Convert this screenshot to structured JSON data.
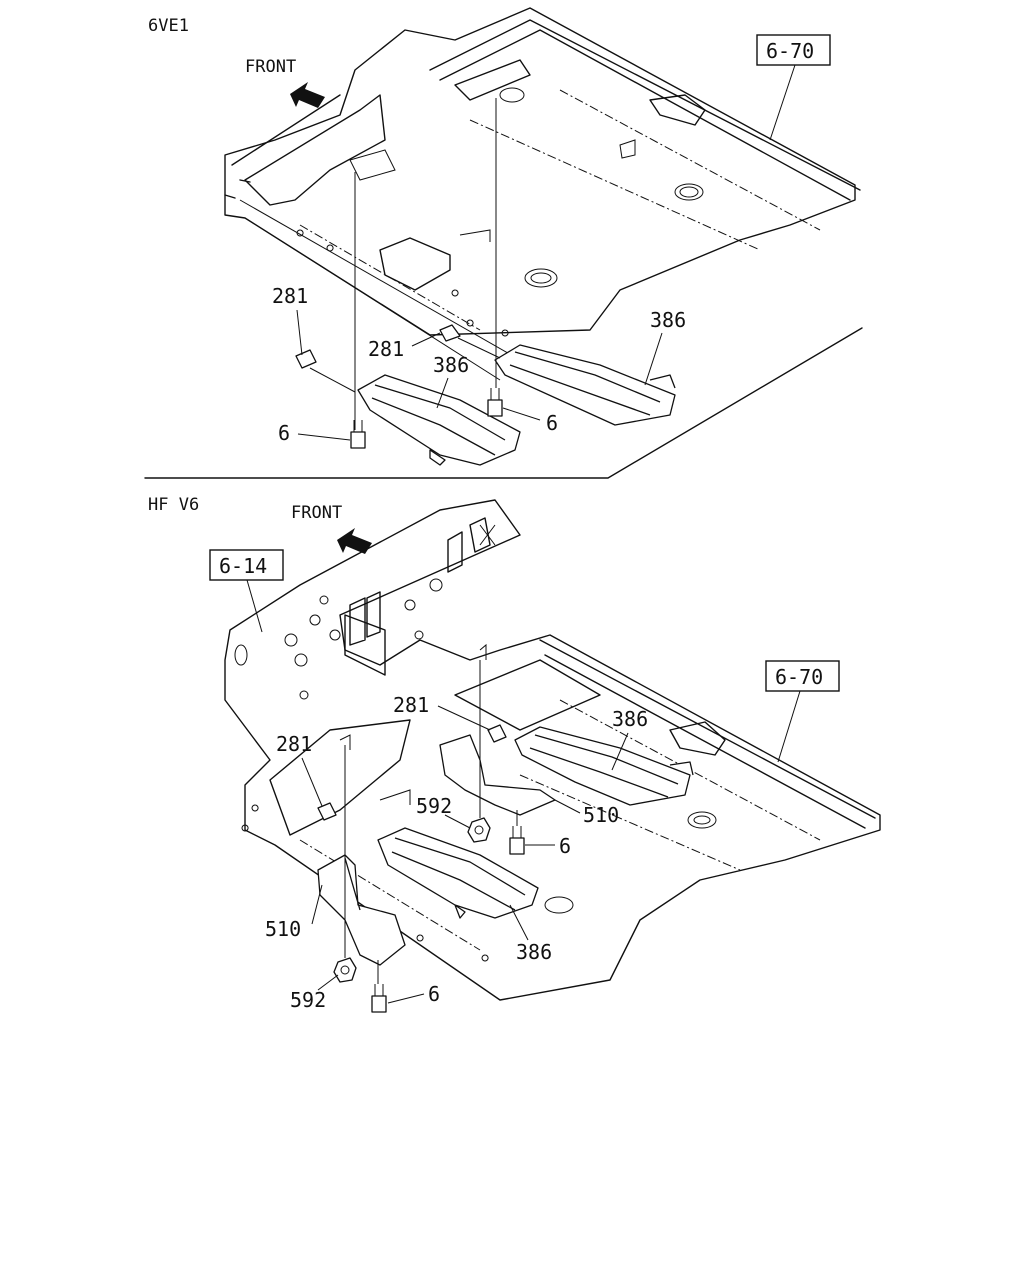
{
  "views": [
    {
      "variant": "6VE1",
      "front_label": "FRONT",
      "refs": [
        "6-70"
      ],
      "callouts": [
        "281",
        "281",
        "386",
        "386",
        "6",
        "6"
      ]
    },
    {
      "variant": "HF V6",
      "front_label": "FRONT",
      "refs": [
        "6-14",
        "6-70"
      ],
      "callouts": [
        "281",
        "281",
        "386",
        "386",
        "510",
        "510",
        "592",
        "592",
        "6",
        "6"
      ]
    }
  ]
}
